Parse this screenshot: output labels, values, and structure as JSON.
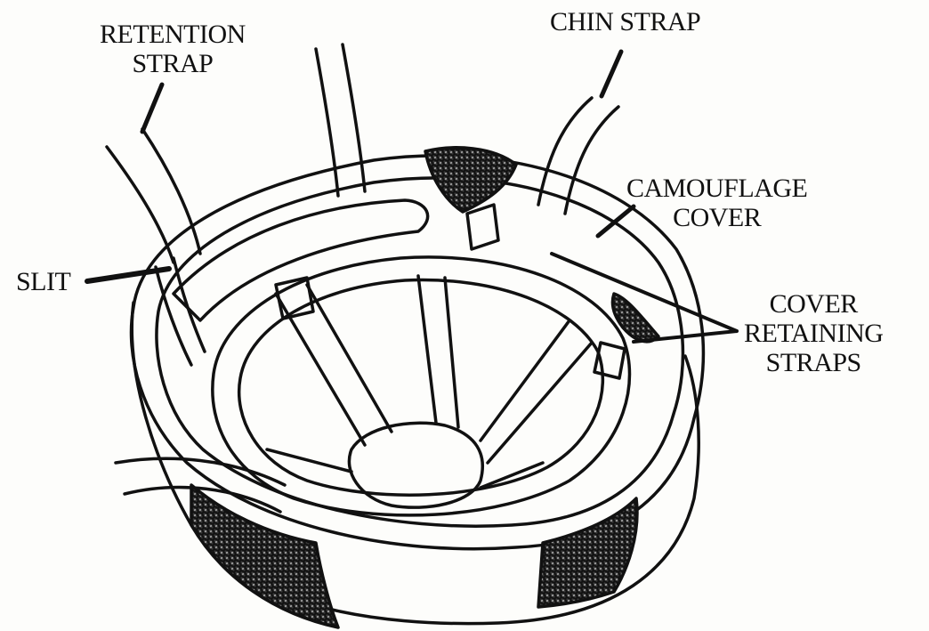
{
  "figure": {
    "labels": {
      "retention_strap": [
        "RETENTION",
        "STRAP"
      ],
      "chin_strap": [
        "CHIN STRAP"
      ],
      "camouflage_cover": [
        "CAMOUFLAGE",
        "COVER"
      ],
      "slit": [
        "SLIT"
      ],
      "cover_retaining_straps": [
        "COVER",
        "RETAINING",
        "STRAPS"
      ]
    },
    "colors": {
      "ink": "#111111",
      "paper": "#fdfdfb",
      "camo_patch": "#8a8a8a"
    }
  }
}
